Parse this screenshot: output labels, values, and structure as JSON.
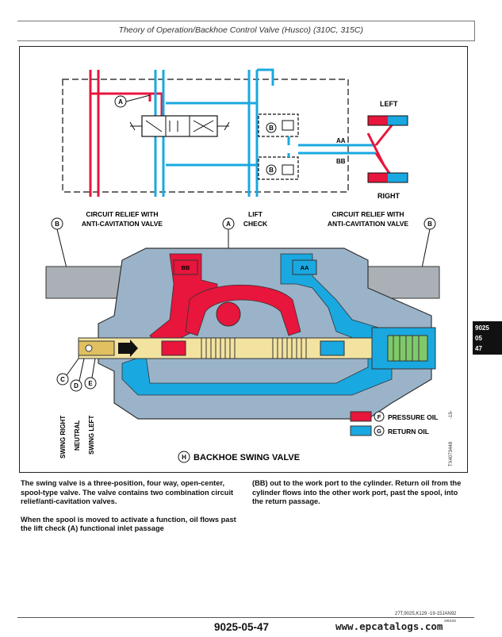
{
  "header": {
    "title": "Theory of Operation/Backhoe Control Valve (Husco) (310C, 315C)"
  },
  "figure": {
    "schematic": {
      "callout_a": "A",
      "callout_b": "B",
      "port_aa": "AA",
      "port_bb": "BB",
      "left_label": "LEFT",
      "right_label": "RIGHT"
    },
    "labels": {
      "circuit_relief_left_line1": "CIRCUIT RELIEF WITH",
      "circuit_relief_left_line2": "ANTI-CAVITATION VALVE",
      "circuit_relief_right_line1": "CIRCUIT RELIEF WITH",
      "circuit_relief_right_line2": "ANTI-CAVITATION VALVE",
      "lift_check_line1": "LIFT",
      "lift_check_line2": "CHECK",
      "callout_a": "A",
      "callout_b_left": "B",
      "callout_b_right": "B",
      "port_bb": "BB",
      "port_aa": "AA",
      "callout_c": "C",
      "callout_d": "D",
      "callout_e": "E",
      "swing_right": "SWING RIGHT",
      "neutral": "NEUTRAL",
      "swing_left": "SWING LEFT",
      "callout_f": "F",
      "pressure_oil": "PRESSURE OIL",
      "callout_g": "G",
      "return_oil": "RETURN OIL",
      "callout_h": "H",
      "title": "BACKHOE SWING VALVE",
      "figure_code": "TX4073448",
      "figure_num": "-19-"
    },
    "colors": {
      "pressure": "#e8153c",
      "return": "#1aa8e0",
      "body": "#9ab3c8"
    }
  },
  "side_tab": {
    "line1": "9025",
    "line2": "05",
    "line3": "47"
  },
  "body_text": {
    "p1": "The swing valve is a three-position, four way, open-center, spool-type valve. The valve contains two combination circuit relief/anti-cavitation valves.",
    "p2": "When the spool is moved to activate a function, oil flows past the lift check (A) functional inlet passage",
    "p3": "(BB) out to the work port to the cylinder. Return oil from the cylinder flows into the other work port, past the spool, into the return passage."
  },
  "footer": {
    "ref_code": "27T,9025,K129    -19-15JAN92",
    "ref_code2": "290192",
    "page_number": "9025-05-47",
    "watermark": "www.epcatalogs.com"
  }
}
